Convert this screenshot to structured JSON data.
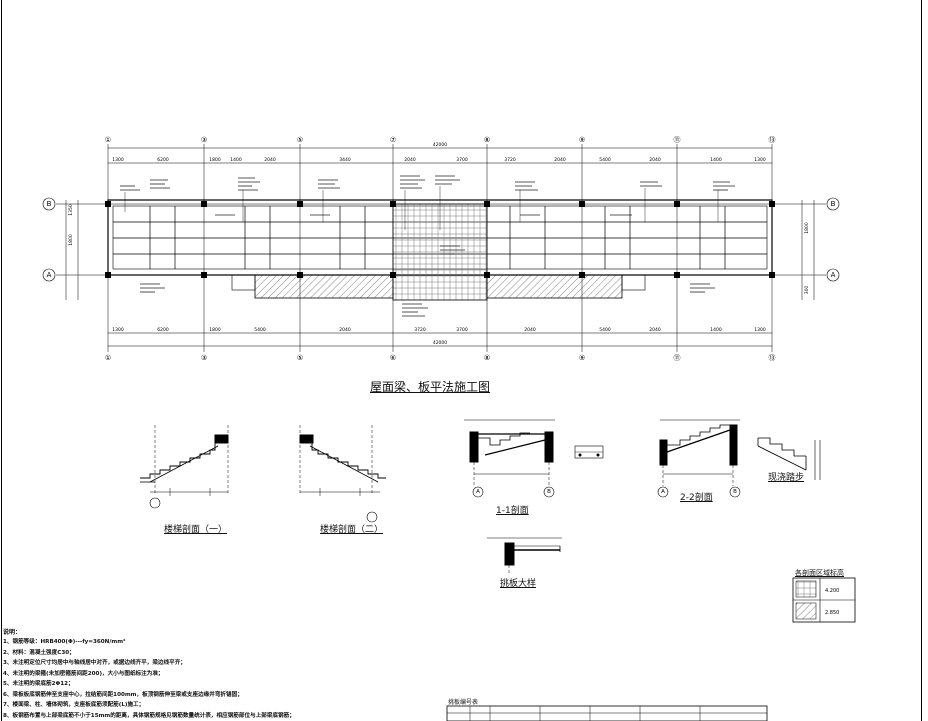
{
  "drawing": {
    "grid_top": [
      "①",
      "③",
      "⑤",
      "⑦",
      "⑧",
      "⑨",
      "⑪",
      "⑬"
    ],
    "grid_bottom": [
      "①",
      "③",
      "⑤",
      "⑥",
      "⑧",
      "⑨",
      "⑪",
      "⑬"
    ],
    "axis_b": "B",
    "axis_a": "A",
    "dims_top": [
      "1300",
      "6200",
      "1800",
      "1400",
      "2040",
      "3440",
      "2040",
      "3700",
      "3720",
      "2040",
      "5400",
      "2040",
      "1400",
      "1300"
    ],
    "dims_bottom": [
      "1300",
      "6200",
      "1800",
      "5400",
      "2040",
      "3720",
      "3700",
      "2040",
      "5400",
      "2040",
      "1400",
      "1300"
    ],
    "total_dim": "42000",
    "side_dims": [
      "1350",
      "1800",
      "1800",
      "300"
    ]
  },
  "captions": {
    "main_title": "屋面梁、板平法施工图",
    "stair_1": "楼梯剖面（一）",
    "stair_2": "楼梯剖面（二）",
    "section_1": "1-1剖面",
    "section_2": "2-2剖面",
    "step_note": "现浇踏步",
    "overhang": "挑板大样",
    "legend_title": "各剖面区域标高",
    "legend_values": [
      "4.200",
      "2.850"
    ],
    "bottom_table_title": "挑板编号表"
  },
  "notes": {
    "header": "说明：",
    "lines": [
      "1、钢筋等级：HRB400(Φ)---fy=360N/mm²",
      "2、材料：混凝土强度C30；",
      "3、未注明定位尺寸均居中与轴线居中对齐，或据边线齐平，梁边线平齐；",
      "4、未注明的梁箍(未加密箍筋间距200)，大小与图纸标注为准；",
      "5、未注明的梁底筋2Φ12；",
      "6、梁板板底钢筋伸至支座中心，拉结筋间距100mm，板顶钢筋伸至梁或支座边缘并弯折锚固；",
      "7、楼面梁、柱、墙体砌筑，支座板底筋须配筋(L)施工；",
      "8、板钢筋布置与上部梁底筋不小于15mm的距离，具体钢筋规格见钢筋数量统计表，相应钢筋部位与上部梁底钢筋；"
    ]
  }
}
